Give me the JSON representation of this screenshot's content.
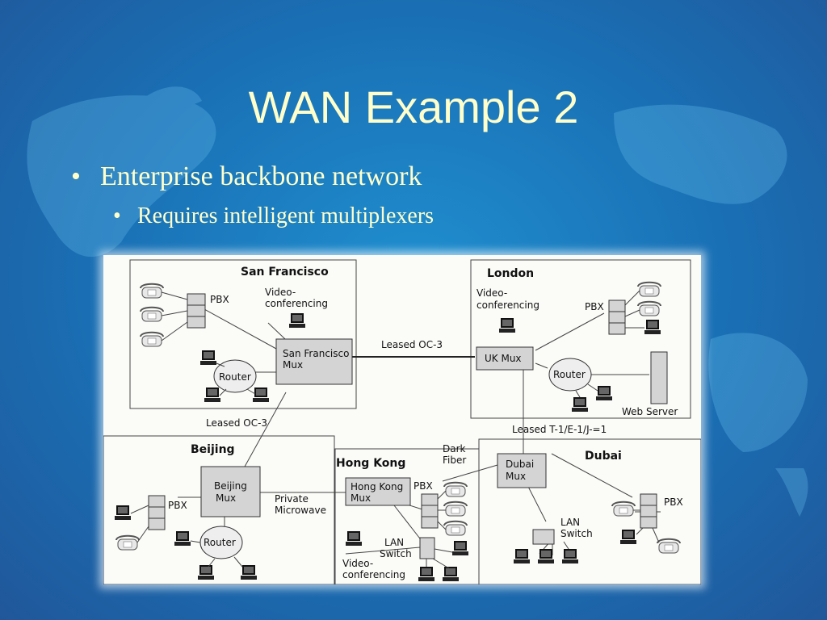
{
  "slide": {
    "title": "WAN Example 2",
    "bullets": [
      {
        "text": "Enterprise backbone network"
      },
      {
        "text": "Requires intelligent multiplexers"
      }
    ]
  },
  "icons": {
    "bullet": "bullet-dot",
    "phone": "telephone-icon",
    "computer": "desktop-computer-icon",
    "server": "web-server-icon",
    "map": "world-map-background"
  },
  "colors": {
    "title_text": "#ffffcc",
    "background": "#1a6fb4",
    "mux_fill": "#d4d4d4"
  },
  "diagram": {
    "regions": {
      "sf": "San Francisco",
      "london": "London",
      "beijing": "Beijing",
      "hongkong": "Hong Kong",
      "dubai": "Dubai"
    },
    "labels": {
      "sf_pbx": "PBX",
      "sf_video_1": "Video-",
      "sf_video_2": "conferencing",
      "sf_mux_1": "San Francisco",
      "sf_mux_2": "Mux",
      "sf_router": "Router",
      "link_sf_london": "Leased OC-3",
      "link_sf_beijing": "Leased OC-3",
      "london_video_1": "Video-",
      "london_video_2": "conferencing",
      "london_pbx": "PBX",
      "uk_mux": "UK Mux",
      "london_router": "Router",
      "web_server": "Web Server",
      "link_london_dubai": "Leased T-1/E-1/J-=1",
      "beijing_mux_1": "Beijing",
      "beijing_mux_2": "Mux",
      "beijing_pbx": "PBX",
      "beijing_router": "Router",
      "private_1": "Private",
      "private_2": "Microwave",
      "dark_1": "Dark",
      "dark_2": "Fiber",
      "hk_mux_1": "Hong Kong",
      "hk_mux_2": "Mux",
      "hk_pbx": "PBX",
      "hk_lan_1": "LAN",
      "hk_lan_2": "Switch",
      "hk_video_1": "Video-",
      "hk_video_2": "conferencing",
      "dubai_mux_1": "Dubai",
      "dubai_mux_2": "Mux",
      "dubai_pbx": "PBX",
      "dubai_lan_1": "LAN",
      "dubai_lan_2": "Switch"
    }
  }
}
